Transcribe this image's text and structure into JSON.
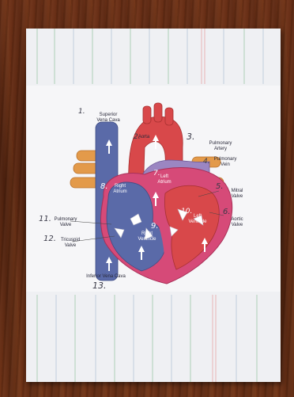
{
  "labels": {
    "superior_vena_cava": "Superior\nVena Cava",
    "aorta": "Aorta",
    "pulmonary_artery": "Pulmonary\nArtery",
    "pulmonary_vein": "Pulmonary\nVein",
    "right_atrium": "Right\nAtrium",
    "left_atrium": "Left\nAtrium",
    "mitral_valve": "Mitral\nValve",
    "pulmonary_valve": "Pulmonary\nValve",
    "left_ventricle": "Left\nVentricle",
    "aortic_valve": "Aortic\nValve",
    "tricuspid_valve": "Tricuspid\nValve",
    "right_ventricle": "Right\nVentricle",
    "inferior_vena_cava": "Inferior Vena Cava"
  },
  "numbers": {
    "n1": "1.",
    "n2": "2.",
    "n3": "3.",
    "n4": "4.",
    "n5": "5.",
    "n6": "6.",
    "n7": "7.",
    "n8": "8.",
    "n9": "9.",
    "n10": "10.",
    "n11": "11.",
    "n12": "12.",
    "n13": "13."
  },
  "colors": {
    "blue_blood": "#5a6aa8",
    "red_blood": "#d8484a",
    "pink_wall": "#d64a78",
    "pulmonary_vessel": "#e39a4a",
    "valve_white": "#ffffff"
  }
}
